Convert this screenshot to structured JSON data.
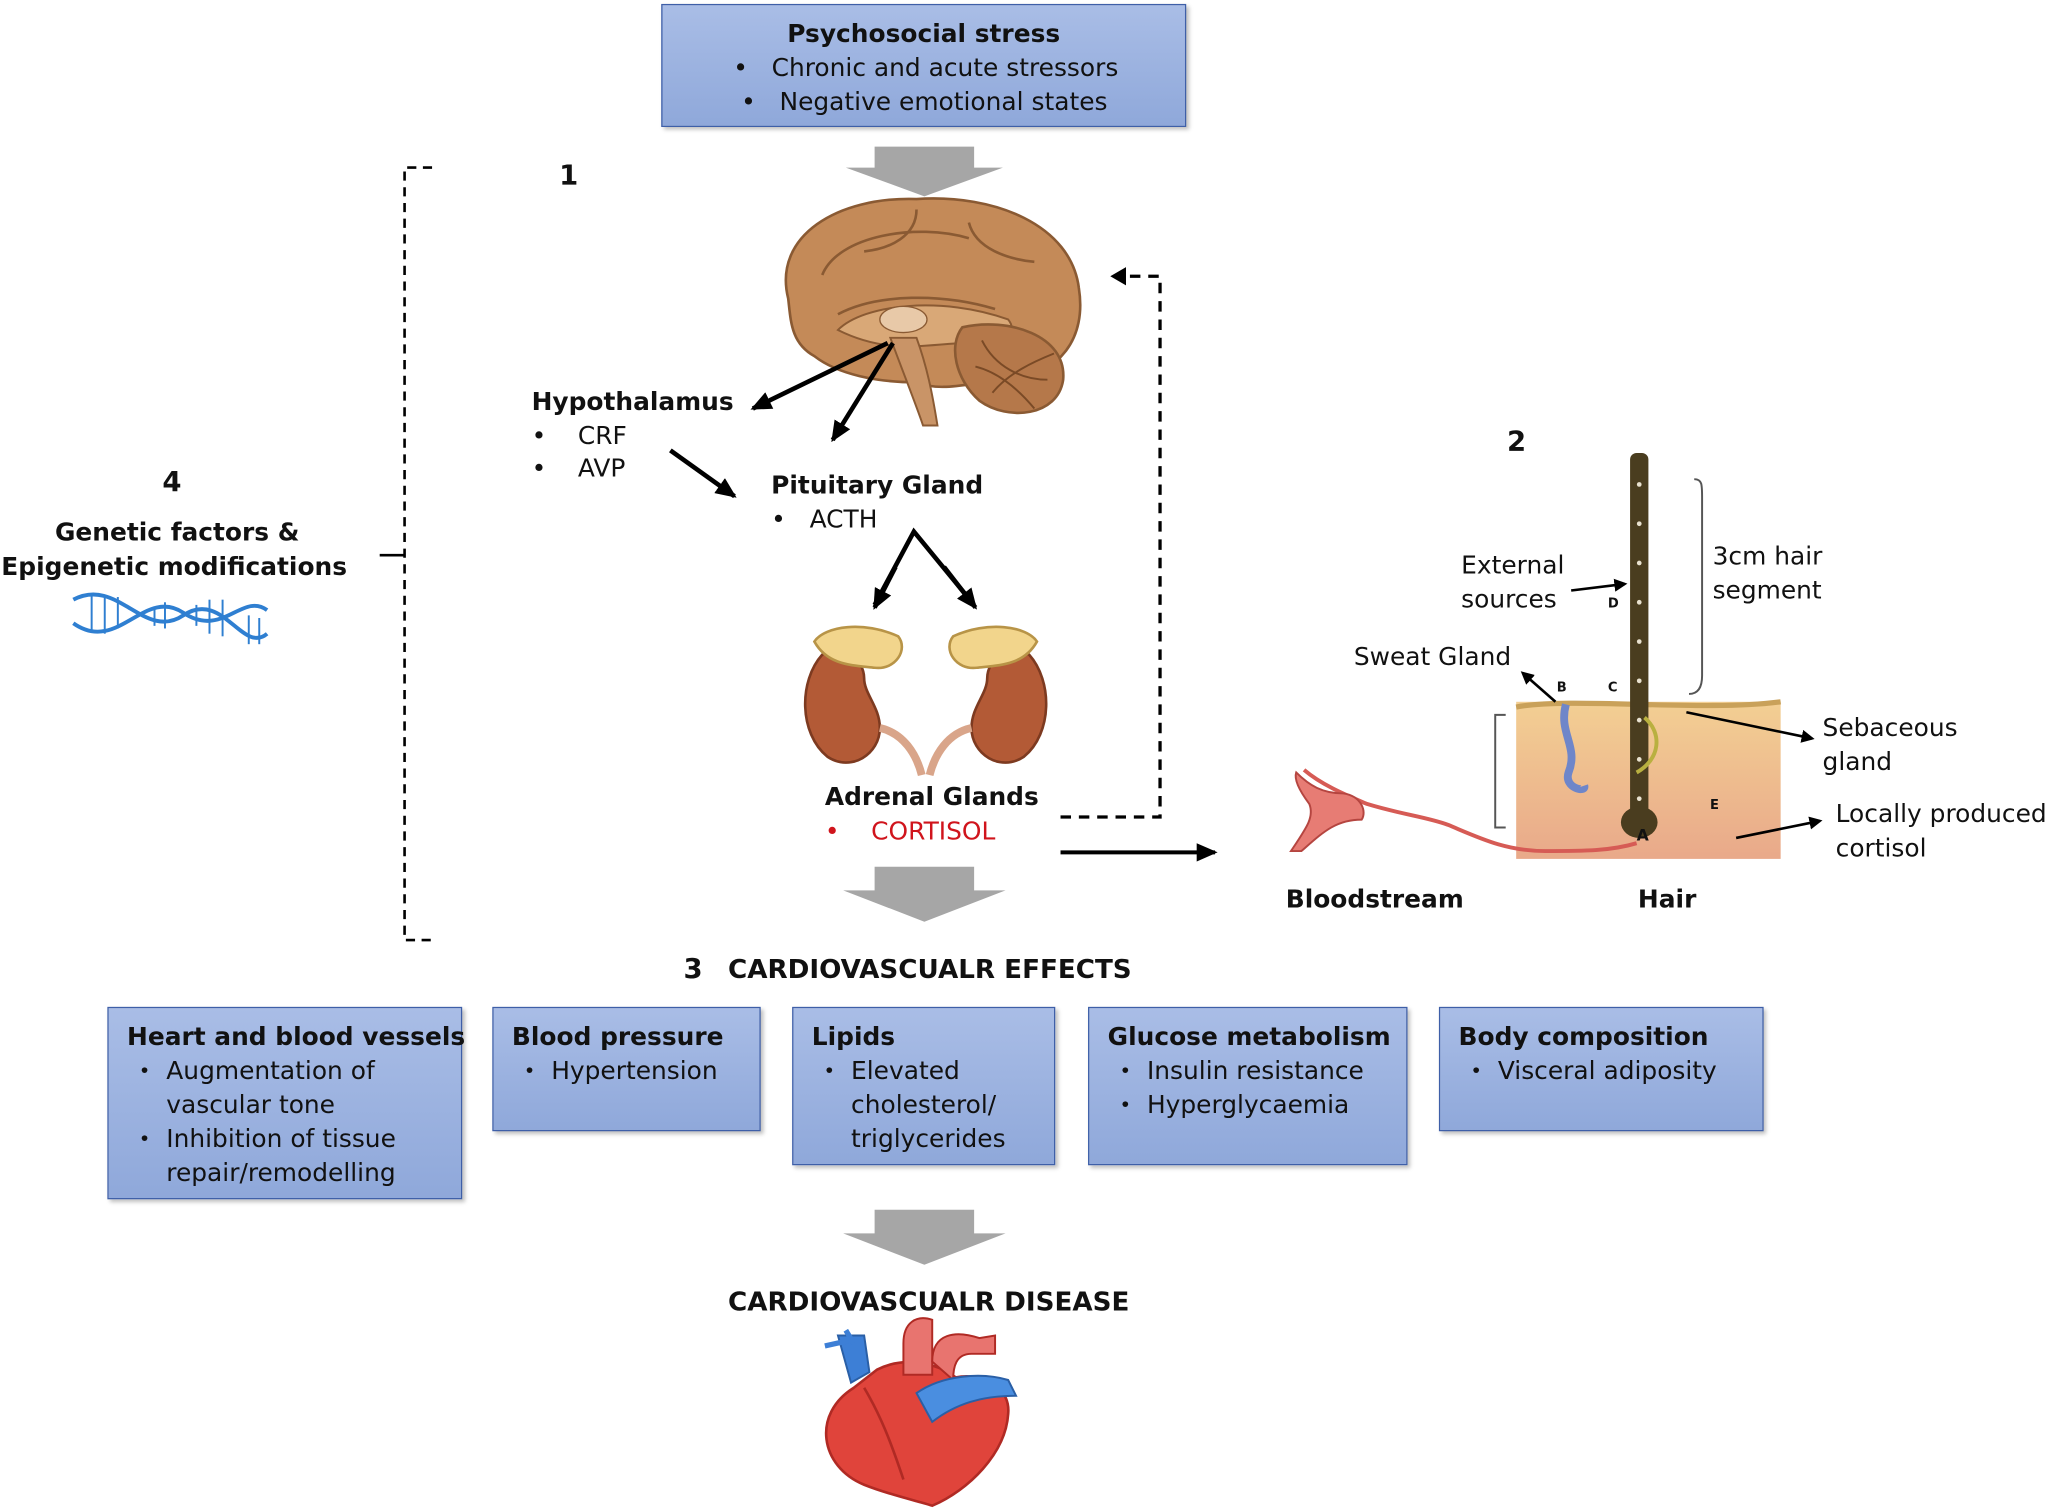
{
  "stress": {
    "title": "Psychosocial stress",
    "items": [
      "Chronic and acute stressors",
      "Negative emotional states"
    ]
  },
  "numbers": {
    "n1": "1",
    "n2": "2",
    "n3": "3",
    "n4": "4"
  },
  "genetic": {
    "line1": "Genetic factors &",
    "line2": "Epigenetic modifications"
  },
  "hypothalamus": {
    "title": "Hypothalamus",
    "items": [
      "CRF",
      "AVP"
    ]
  },
  "pituitary": {
    "title": "Pituitary Gland",
    "items": [
      "ACTH"
    ]
  },
  "adrenal": {
    "title": "Adrenal Glands",
    "hormone": "CORTISOL"
  },
  "hair_panel": {
    "external_sources": [
      "External",
      "sources"
    ],
    "segment": [
      "3cm hair",
      "segment"
    ],
    "sweat_gland": "Sweat Gland",
    "sebaceous": [
      "Sebaceous",
      "gland"
    ],
    "local": [
      "Locally produced",
      "cortisol"
    ],
    "bloodstream": "Bloodstream",
    "hair": "Hair",
    "letters": [
      "A",
      "B",
      "C",
      "D",
      "E"
    ]
  },
  "effects_heading": "CARDIOVASCUALR EFFECTS",
  "effects": [
    {
      "title": "Heart and blood vessels",
      "items": [
        [
          "Augmentation of",
          "vascular tone"
        ],
        [
          "Inhibition of tissue",
          "repair/remodelling"
        ]
      ]
    },
    {
      "title": "Blood pressure",
      "items": [
        [
          "Hypertension"
        ]
      ]
    },
    {
      "title": "Lipids",
      "items": [
        [
          "Elevated",
          "cholesterol/",
          "triglycerides"
        ]
      ]
    },
    {
      "title": "Glucose metabolism",
      "items": [
        [
          "Insulin resistance"
        ],
        [
          "Hyperglycaemia"
        ]
      ]
    },
    {
      "title": "Body composition",
      "items": [
        [
          "Visceral adiposity"
        ]
      ]
    }
  ],
  "disease_heading": "CARDIOVASCUALR DISEASE",
  "colors": {
    "box_fill": "#9db3e0",
    "box_border": "#3e5fa8",
    "cortisol": "#d0141c",
    "arrow_grey": "#a6a6a6"
  }
}
